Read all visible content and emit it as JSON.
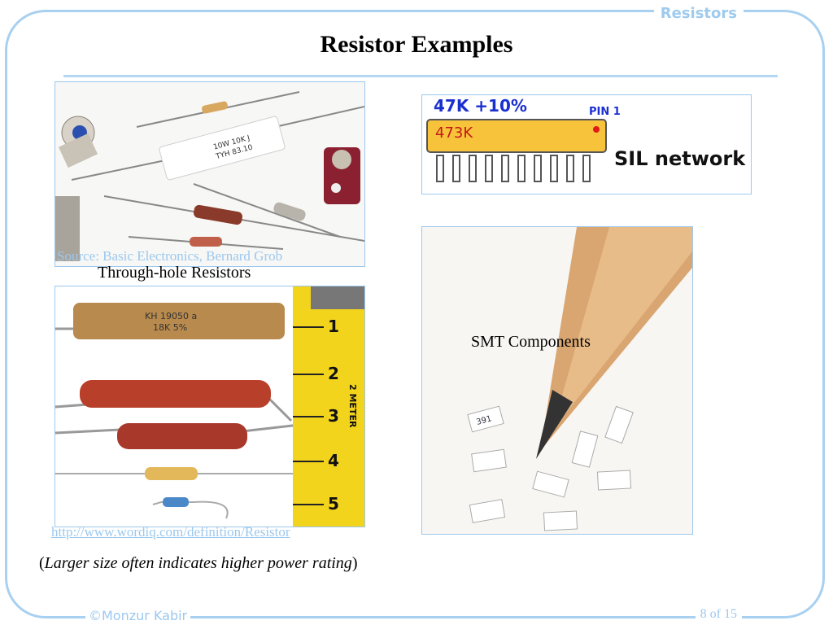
{
  "header": {
    "tag": "Resistors"
  },
  "slide": {
    "title": "Resistor  Examples"
  },
  "through_hole": {
    "source": "Source: Basic Electronics, Bernard Grob",
    "caption": "Through-hole Resistors",
    "printed": {
      "wide": "10W 10K J",
      "wide2": "TYH 83.10"
    }
  },
  "sil": {
    "value": "47K +10%",
    "pin": "PIN 1",
    "code": "473K",
    "label": "SIL network"
  },
  "large_photo": {
    "link": "http://www.wordiq.com/definition/Resistor",
    "ruler_label": "2 METER",
    "ruler_marks": [
      "1",
      "2",
      "3",
      "4",
      "5"
    ],
    "body1": "KH 19050 a",
    "body1b": "18K 5%"
  },
  "smt": {
    "caption": "SMT Components",
    "chip_code": "391"
  },
  "note": {
    "open": "(",
    "text": "Larger size often indicates higher power rating",
    "close": ")"
  },
  "footer": {
    "author": "©Monzur Kabir",
    "page": "8 of 15"
  },
  "colors": {
    "frame": "#a8d0f0",
    "accent": "#9cc8ee"
  }
}
